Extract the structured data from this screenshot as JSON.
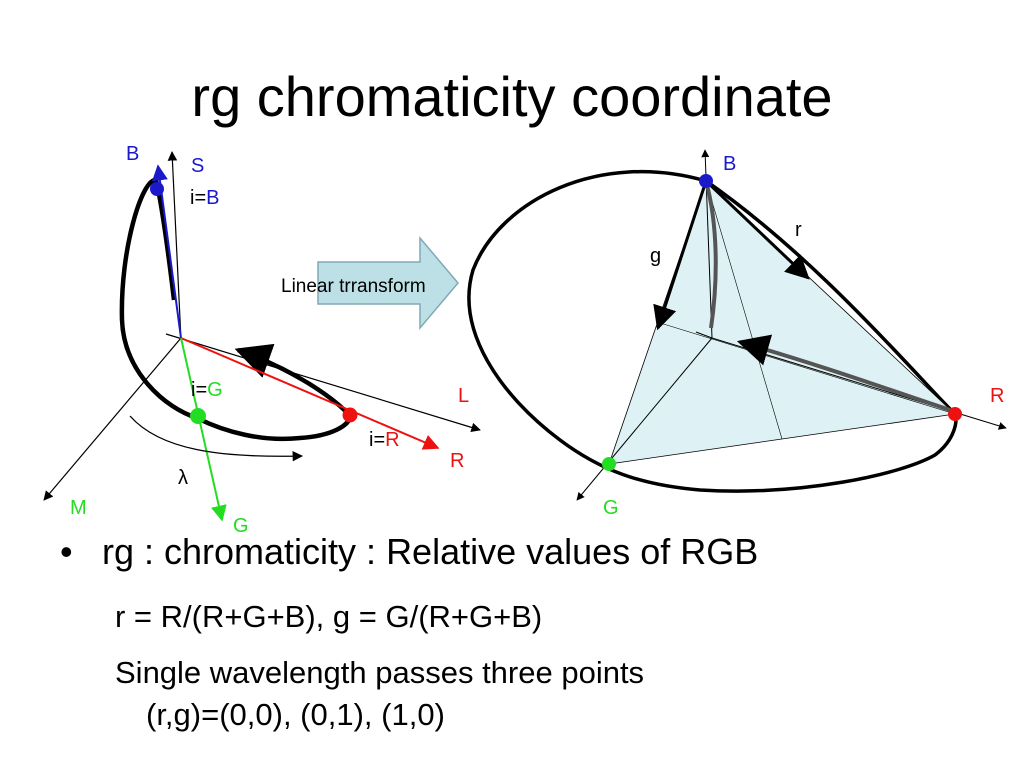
{
  "slide": {
    "title": "rg chromaticity coordinate"
  },
  "left_diagram": {
    "labels": {
      "b_axis": "B",
      "s_axis": "S",
      "i_eq_b_prefix": "i=",
      "i_eq_b_value": "B",
      "i_eq_g_prefix": "i=",
      "i_eq_g_value": "G",
      "l_axis": "L",
      "i_eq_r_prefix": "i=",
      "i_eq_r_value": "R",
      "r_axis": "R",
      "lambda": "λ",
      "m_axis": "M",
      "g_axis": "G"
    }
  },
  "arrow": {
    "label": "Linear trransform"
  },
  "right_diagram": {
    "labels": {
      "b": "B",
      "r_edge": "r",
      "g_edge": "g",
      "r": "R",
      "g": "G"
    }
  },
  "bullets": {
    "main": "rg : chromaticity : Relative values of RGB",
    "sub1": "r = R/(R+G+B), g = G/(R+G+B)",
    "sub2_line1": "Single wavelength passes three points",
    "sub2_line2": "(r,g)=(0,0), (0,1), (1,0)"
  },
  "colors": {
    "blue": "#1a1acc",
    "red": "#ee1111",
    "green": "#22dd22",
    "arrow_fill": "#bde0e6",
    "triangle_fill": "#d8eef2"
  }
}
